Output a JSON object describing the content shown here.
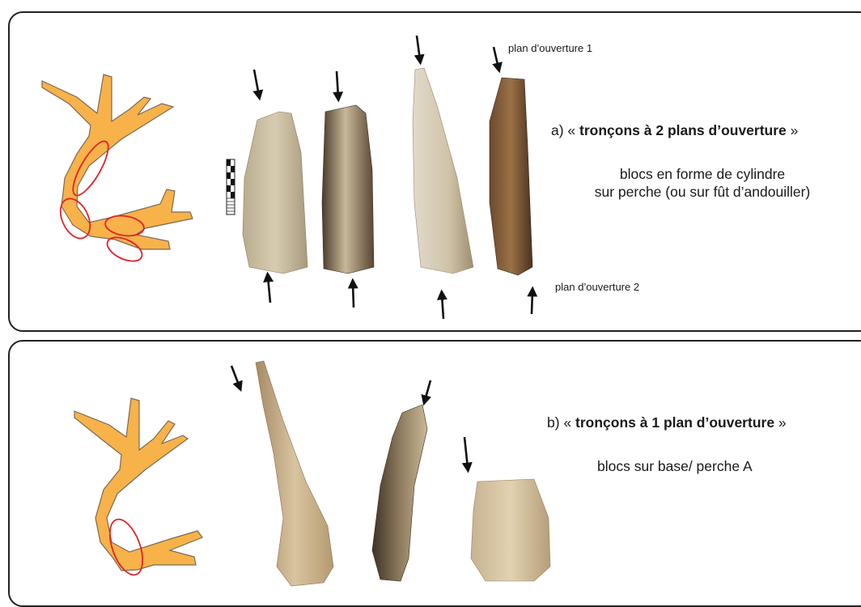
{
  "panel_a": {
    "label_plan1": "plan d’ouverture 1",
    "label_plan2": "plan d’ouverture 2",
    "title_prefix": "a) « ",
    "title_bold": "tronçons à 2 plans d’ouverture",
    "title_suffix": " »",
    "desc_line1": "blocs en forme de cylindre",
    "desc_line2": "sur perche (ou sur fût d’andouiller)"
  },
  "panel_b": {
    "title_prefix": "b) « ",
    "title_bold": "tronçons à 1 plan d’ouverture",
    "title_suffix": " »",
    "desc_line1": "blocs sur base/ perche A"
  },
  "colors": {
    "antler": "#f7b24a",
    "antler_outline": "#7a6a55",
    "highlight": "#e0242a",
    "arrow": "#111111"
  },
  "icons": [
    "antler-diagram",
    "scale-bar",
    "arrow"
  ]
}
